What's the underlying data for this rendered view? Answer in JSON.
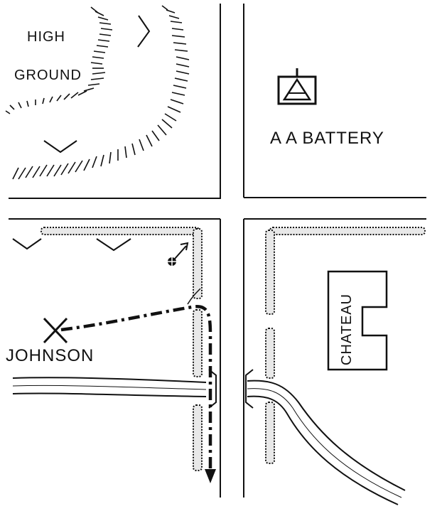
{
  "labels": {
    "high_ground_line1": "HIGH",
    "high_ground_line2": "GROUND",
    "aa_battery": "A A BATTERY",
    "johnson": "JOHNSON",
    "chateau": "CHATEAU"
  },
  "symbols": {
    "aa_battery_symbol": "anti-aircraft-unit-icon",
    "johnson_marker": "x-position-marker-icon",
    "objective_marker": "crosshair-target-icon",
    "route_arrow": "dashed-route-arrow-icon"
  },
  "colors": {
    "ink": "#111111",
    "hedge_fill": "#e8e8e8",
    "background": "#ffffff"
  }
}
